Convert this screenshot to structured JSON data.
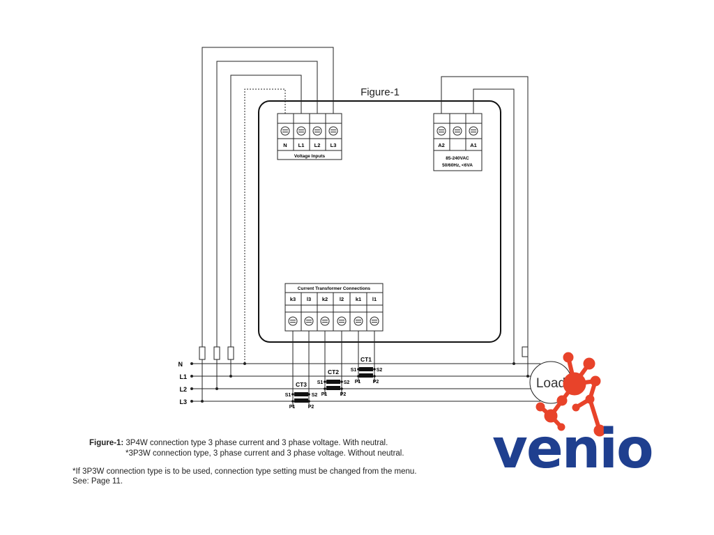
{
  "figure_title": "Figure-1",
  "voltage_block": {
    "terminals": [
      "N",
      "L1",
      "L2",
      "L3"
    ],
    "caption": "Voltage Inputs"
  },
  "power_block": {
    "terminals": [
      "A2",
      "",
      "A1"
    ],
    "spec_line1": "85-240VAC",
    "spec_line2": "50/60Hz, <6VA"
  },
  "ct_block": {
    "title": "Current Transformer Connections",
    "terminals": [
      "k3",
      "l3",
      "k2",
      "l2",
      "k1",
      "l1"
    ]
  },
  "lines": [
    "N",
    "L1",
    "L2",
    "L3"
  ],
  "cts": [
    {
      "name": "CT1",
      "s1": "S1",
      "s2": "S2",
      "p1": "P1",
      "p2": "P2"
    },
    {
      "name": "CT2",
      "s1": "S1",
      "s2": "S2",
      "p1": "P1",
      "p2": "P2"
    },
    {
      "name": "CT3",
      "s1": "S1",
      "s2": "S2",
      "p1": "P1",
      "p2": "P2"
    }
  ],
  "load_label": "Load",
  "caption": {
    "fig_label": "Figure-1:",
    "line1": " 3P4W connection type 3 phase current and 3 phase voltage. With neutral.",
    "line2": "*3P3W connection type, 3 phase current and 3 phase voltage. Without neutral.",
    "note1": "*If 3P3W connection type is to be used, connection type setting must be changed from the menu.",
    "note2": "See: Page 11."
  },
  "logo": {
    "text": "venio",
    "color": "#1f3f8f",
    "accent": "#e8432a"
  }
}
